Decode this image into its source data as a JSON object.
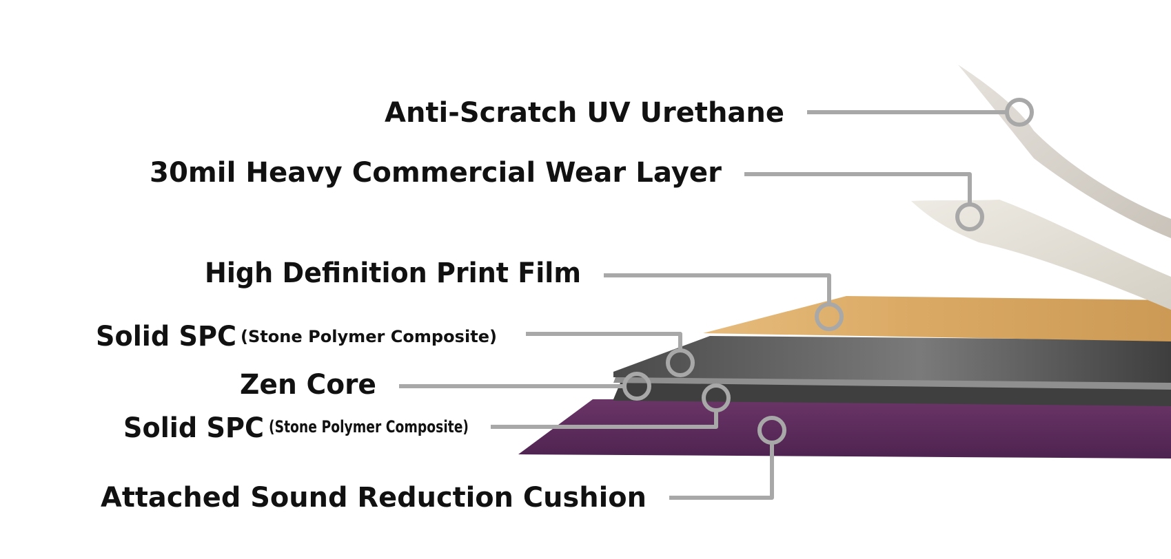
{
  "layers": [
    {
      "id": "uv",
      "title": "Anti-Scratch UV Urethane",
      "subtitle": ""
    },
    {
      "id": "wear",
      "title": "30mil Heavy Commercial Wear Layer",
      "subtitle": ""
    },
    {
      "id": "print",
      "title": "High Definition Print Film",
      "subtitle": ""
    },
    {
      "id": "spc-top",
      "title": "Solid SPC",
      "subtitle": "(Stone Polymer Composite)"
    },
    {
      "id": "core",
      "title": "Zen Core",
      "subtitle": ""
    },
    {
      "id": "spc-bottom",
      "title": "Solid SPC",
      "subtitle": "(Stone Polymer Composite)"
    },
    {
      "id": "cushion",
      "title": "Attached Sound Reduction Cushion",
      "subtitle": ""
    }
  ],
  "colors": {
    "text": "#111111",
    "leader": "#a8a8a8",
    "uv_layer": "#d6d0c8",
    "wear_layer": "#e3dfd6",
    "print_film": "#d9a862",
    "spc": "#5a5a5a",
    "core": "#8d8d8d",
    "cushion": "#5e2d5c"
  }
}
